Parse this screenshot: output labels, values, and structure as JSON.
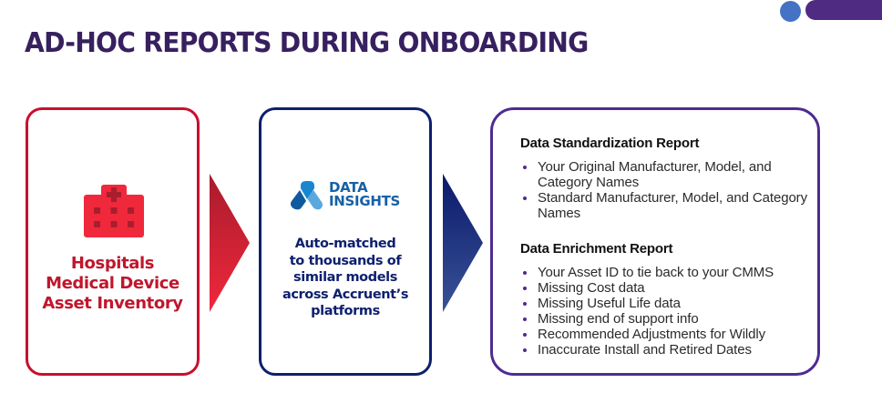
{
  "slide": {
    "title": "AD-HOC REPORTS DURING ONBOARDING",
    "colors": {
      "title": "#37205f",
      "hospital_accent": "#c8102e",
      "insights_accent": "#0d1f6e",
      "reports_accent": "#4f2b91",
      "deco_dot": "#4472c4",
      "deco_bar": "#4f2b82"
    }
  },
  "flow": {
    "step1": {
      "icon": "hospital-icon",
      "lines": [
        "Hospitals",
        "Medical Device",
        "Asset Inventory"
      ]
    },
    "step2": {
      "logo": {
        "icon": "data-insights-logo-icon",
        "line1": "DATA",
        "line2": "INSIGHTS"
      },
      "lines": [
        "Auto-matched",
        "to thousands of",
        "similar models",
        "across Accruent’s",
        "platforms"
      ]
    },
    "step3": {
      "sections": [
        {
          "heading": "Data Standardization Report",
          "items": [
            "Your Original Manufacturer, Model, and Category Names",
            "Standard Manufacturer, Model, and Category Names"
          ]
        },
        {
          "heading": "Data Enrichment Report",
          "items": [
            "Your Asset ID to tie back to your CMMS",
            "Missing Cost data",
            "Missing Useful Life data",
            "Missing end of support info",
            "Recommended Adjustments for Wildly",
            "Inaccurate Install and Retired Dates"
          ]
        }
      ]
    }
  }
}
